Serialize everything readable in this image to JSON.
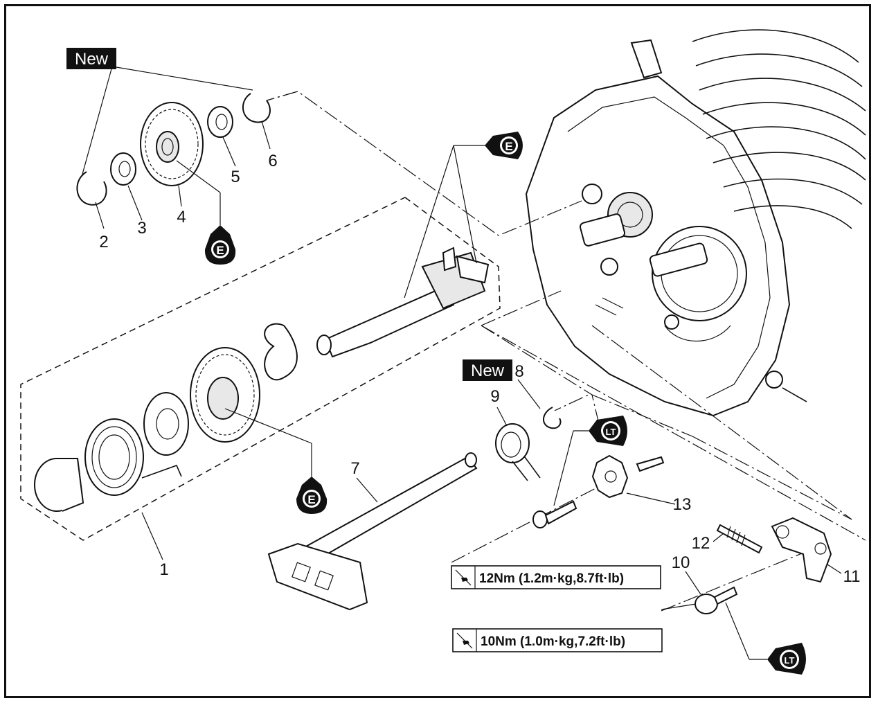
{
  "labels": {
    "new_top": "New",
    "new_mid": "New"
  },
  "part_numbers": {
    "p1": "1",
    "p2": "2",
    "p3": "3",
    "p4": "4",
    "p5": "5",
    "p6": "6",
    "p7": "7",
    "p8": "8",
    "p9": "9",
    "p10": "10",
    "p11": "11",
    "p12": "12",
    "p13": "13"
  },
  "badges": {
    "engine_oil": "E",
    "locktite": "LT"
  },
  "torque": {
    "t1": "12Nm (1.2m·kg,8.7ft·lb)",
    "t2": "10Nm (1.0m·kg,7.2ft·lb)"
  },
  "colors": {
    "line": "#111111",
    "badge_fill": "#111111",
    "paper": "#ffffff"
  }
}
